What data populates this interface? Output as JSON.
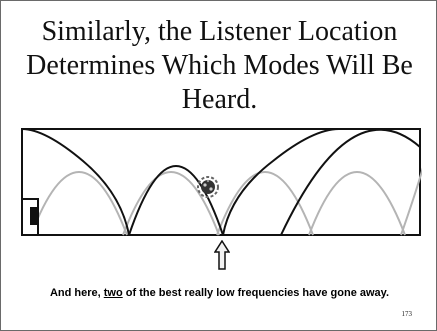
{
  "slide": {
    "title_lines": [
      "Similarly, the Listener Location",
      "Determines Which Modes Will Be",
      "Heard."
    ],
    "caption": {
      "before": "And here, ",
      "emphasis": "two",
      "after": " of the best really low frequencies have gone away."
    },
    "page_number": "173"
  },
  "diagram": {
    "icons": {
      "speaker": "speaker-icon",
      "listener": "listener-icon",
      "arrow": "up-arrow-icon"
    },
    "colors": {
      "room_outline": "#111111",
      "mode_visible": "#111111",
      "mode_faded": "#b4b4b4"
    }
  }
}
